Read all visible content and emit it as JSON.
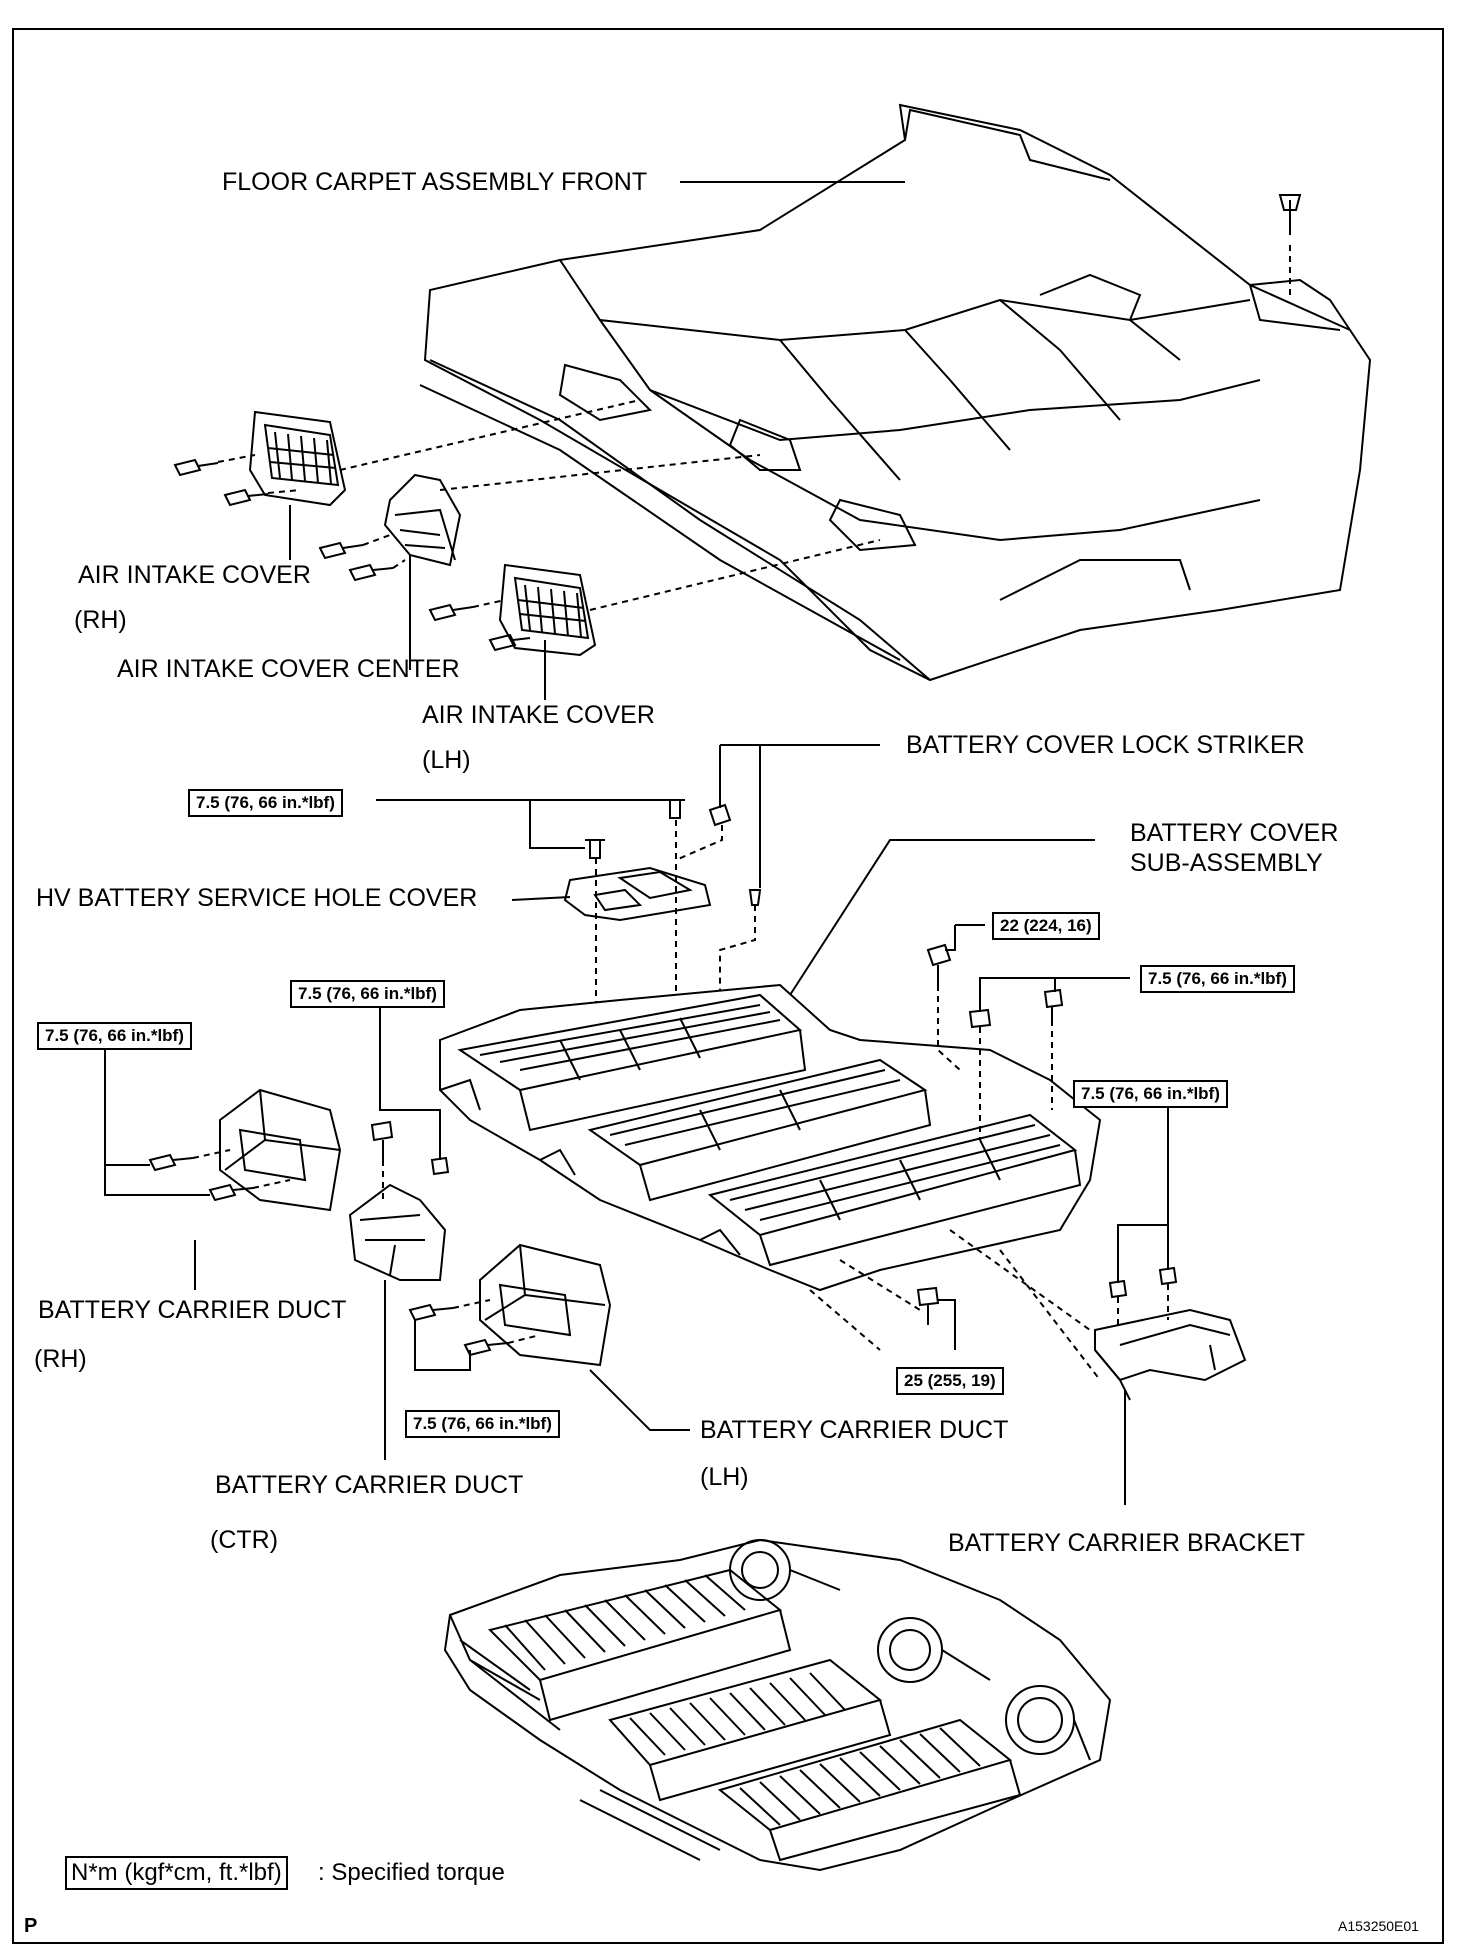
{
  "labels": {
    "floor_carpet": "FLOOR CARPET ASSEMBLY FRONT",
    "air_intake_rh": "AIR INTAKE COVER",
    "air_intake_rh_side": "(RH)",
    "air_intake_center": "AIR INTAKE COVER CENTER",
    "air_intake_lh": "AIR INTAKE COVER",
    "air_intake_lh_side": "(LH)",
    "lock_striker": "BATTERY COVER LOCK STRIKER",
    "cover_sub_1": "BATTERY COVER",
    "cover_sub_2": "SUB-ASSEMBLY",
    "service_hole": "HV BATTERY SERVICE HOLE COVER",
    "duct_rh": "BATTERY CARRIER DUCT",
    "duct_rh_side": "(RH)",
    "duct_ctr": "BATTERY CARRIER DUCT",
    "duct_ctr_side": "(CTR)",
    "duct_lh": "BATTERY CARRIER DUCT",
    "duct_lh_side": "(LH)",
    "bracket": "BATTERY CARRIER BRACKET"
  },
  "torques": {
    "t_service": "7.5 (76, 66 in.*lbf)",
    "t_ctr": "7.5 (76, 66 in.*lbf)",
    "t_rh": "7.5 (76, 66 in.*lbf)",
    "t_22": "22 (224, 16)",
    "t_right_top": "7.5 (76, 66 in.*lbf)",
    "t_bracket": "7.5 (76, 66 in.*lbf)",
    "t_lh": "7.5 (76, 66 in.*lbf)",
    "t_25": "25 (255, 19)"
  },
  "legend": {
    "unit": "N*m (kgf*cm, ft.*lbf)",
    "text": ": Specified torque"
  },
  "page_mark": "P",
  "figure_id": "A153250E01"
}
